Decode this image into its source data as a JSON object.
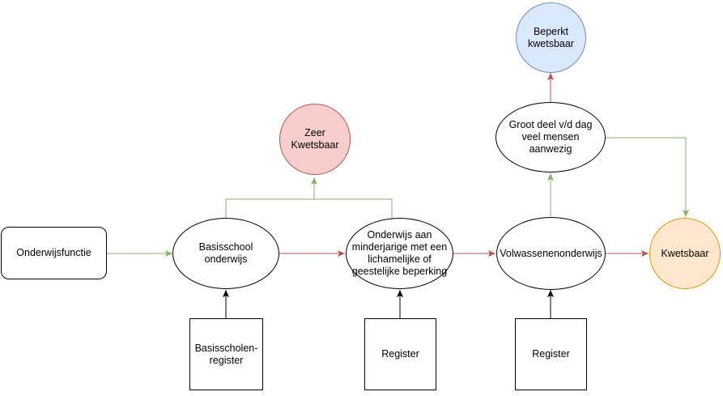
{
  "nodes": {
    "onderwijsfunctie": "Onderwijsfunctie",
    "basisschool": "Basisschool\nonderwijs",
    "onderwijs_beperking": "Onderwijs aan\nminderjarige met een\nlichamelijke of\ngeestelijke beperking",
    "volwassenen": "Volwassenenonderwijs",
    "kwetsbaar": "Kwetsbaar",
    "zeer_kwetsbaar": "Zeer\nKwetsbaar",
    "groot_deel": "Groot deel v/d dag\nveel mensen\naanwezig",
    "beperkt_kwetsbaar": "Beperkt\nkwetsbaar",
    "basisscholenregister": "Basisscholen-\nregister",
    "register_1": "Register",
    "register_2": "Register"
  },
  "colors": {
    "green_edge": "#82b366",
    "red_edge": "#b85450",
    "black_edge": "#000000",
    "red_fill": "#f8cecc",
    "blue_fill": "#dae8fc",
    "orange_fill": "#ffe6cc"
  }
}
